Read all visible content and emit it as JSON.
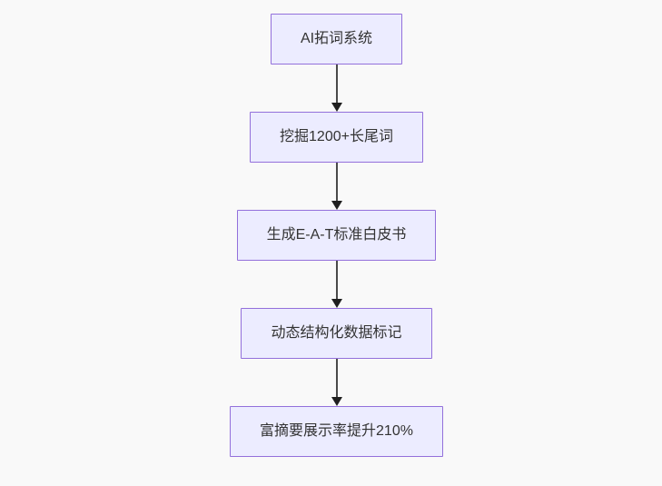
{
  "page": {
    "background_color": "#f9f9f9"
  },
  "chart_data": {
    "type": "flowchart",
    "direction": "top-to-bottom",
    "node_fill_color": "#ECECFF",
    "node_border_color": "#9370DB",
    "node_text_color": "#333333",
    "arrow_color": "#333333",
    "nodes": [
      {
        "id": "step-1",
        "label": "AI拓词系统"
      },
      {
        "id": "step-2",
        "label": "挖掘1200+长尾词"
      },
      {
        "id": "step-3",
        "label": "生成E-A-T标准白皮书"
      },
      {
        "id": "step-4",
        "label": "动态结构化数据标记"
      },
      {
        "id": "step-5",
        "label": "富摘要展示率提升210%"
      }
    ],
    "edges": [
      {
        "from": "step-1",
        "to": "step-2"
      },
      {
        "from": "step-2",
        "to": "step-3"
      },
      {
        "from": "step-3",
        "to": "step-4"
      },
      {
        "from": "step-4",
        "to": "step-5"
      }
    ]
  }
}
